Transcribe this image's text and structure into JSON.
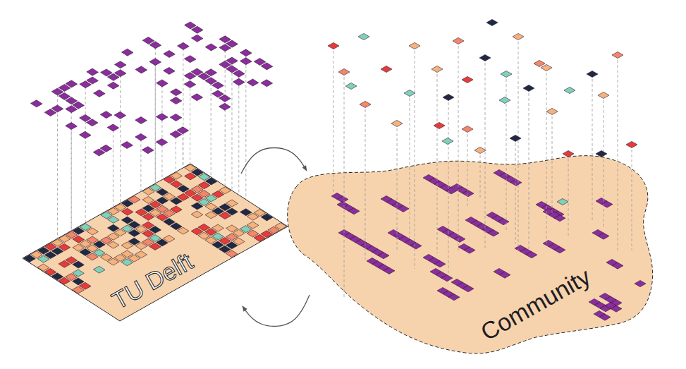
{
  "diagram": {
    "nodes": [
      {
        "text": [
          "TU Delft"
        ]
      },
      {
        "text": [
          "Community"
        ]
      }
    ],
    "edges": [
      {
        "from": 0,
        "to": 1,
        "arrow": "to"
      },
      {
        "from": 1,
        "to": 0,
        "arrow": "to"
      }
    ]
  }
}
